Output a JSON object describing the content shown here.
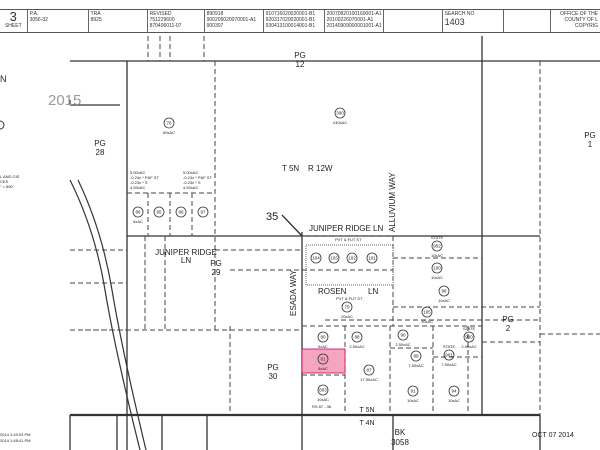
{
  "header": {
    "sheet_number": "3",
    "sheet_label": "SHEET",
    "pa_label": "P.A.",
    "pa_value": "3056-32",
    "tra_label": "TRA",
    "tra_value": "8925",
    "revised_label": "REVISED",
    "revised_lines": [
      "751229600",
      "870406011-07"
    ],
    "rev_col2": [
      "890918",
      "900205020070001-A1",
      "900307"
    ],
    "rev_col3": [
      "910716020020001-B1",
      "920317020020001-B1",
      "930413100014001-B1"
    ],
    "rev_col4": [
      "20070820100160001-A1",
      "20100226070001-A1",
      "20140909000001001-A1"
    ],
    "search_label": "SEARCH NO",
    "search_value": "1403",
    "office_lines": [
      "OFFICE OF THE",
      "COUNTY OF L",
      "COPYRIG"
    ]
  },
  "map": {
    "handwritten_number": "2015",
    "township_label": "T 5N",
    "range_label": "R 12W",
    "section_number": "35",
    "pages": {
      "pg12": [
        "PG",
        "12"
      ],
      "pg28": [
        "PG",
        "28"
      ],
      "pg1": [
        "PG",
        "1"
      ],
      "pg29": [
        "PG",
        "29"
      ],
      "pg2": [
        "PG",
        "2"
      ],
      "pg30": [
        "PG",
        "30"
      ]
    },
    "book": [
      "BK",
      "3058"
    ],
    "bottom_t5n": "T 5N",
    "bottom_t4n": "T 4N",
    "streets": {
      "juniper_ridge_ln": "JUNIPER RIDGE LN",
      "juniper_ridge_left": [
        "JUNIPER RIDGE",
        "LN"
      ],
      "alluvium_way": "ALLUVIUM WAY",
      "esada_way": "ESADA WAY",
      "rosen_ln": "ROSEN",
      "rosen_ln2": "LN",
      "pvt_fut_st": "PVT & FUT ST"
    },
    "parcels": [
      {
        "id": "76",
        "area": "60xAC"
      },
      {
        "id": "300",
        "area": "240xAC"
      },
      {
        "id": "86",
        "area": "5xAC"
      },
      {
        "id": "95",
        "area": ""
      },
      {
        "id": "96",
        "area": ""
      },
      {
        "id": "97",
        "area": ""
      },
      {
        "id": "104",
        "area": ""
      },
      {
        "id": "103",
        "area": ""
      },
      {
        "id": "102",
        "area": ""
      },
      {
        "id": "101",
        "area": ""
      },
      {
        "id": "902",
        "area": "10xAC",
        "note": "STATE"
      },
      {
        "id": "100",
        "area": "10xAC"
      },
      {
        "id": "79",
        "area": "20xAC"
      },
      {
        "id": "98",
        "area": "10xAC"
      },
      {
        "id": "105",
        "area": "10xAC"
      },
      {
        "id": "80",
        "area": "5xAC"
      },
      {
        "id": "88",
        "area": "2.50xAC"
      },
      {
        "id": "90",
        "area": "2.50xAC"
      },
      {
        "id": "900",
        "area": "2.50xAC",
        "note": "STATE"
      },
      {
        "id": "81",
        "area": "5xAC",
        "highlighted": true
      },
      {
        "id": "87",
        "area": "17.50xAC"
      },
      {
        "id": "89",
        "area": "7.50xAC"
      },
      {
        "id": "901",
        "area": "7.50xAC",
        "note": "STATE"
      },
      {
        "id": "803",
        "area": "10xAC"
      },
      {
        "id": "91",
        "area": "10xAC"
      },
      {
        "id": "94",
        "area": "10xAC"
      }
    ],
    "lot_notes": [
      "5.00xAC",
      "-0.24x * P&F ST",
      "-0.23x * S",
      "4.53xAC"
    ],
    "rs_note": "RS 87 - 36",
    "highlight_color": "#f4a6c0",
    "date_stamp": "OCT 07 2014",
    "timestamps": [
      "2014 1:49:03 PM",
      "2014 1:48:41 PM"
    ],
    "legend_fragment": [
      "N",
      "L AND GIS",
      "CES",
      "\" = 600'"
    ]
  }
}
